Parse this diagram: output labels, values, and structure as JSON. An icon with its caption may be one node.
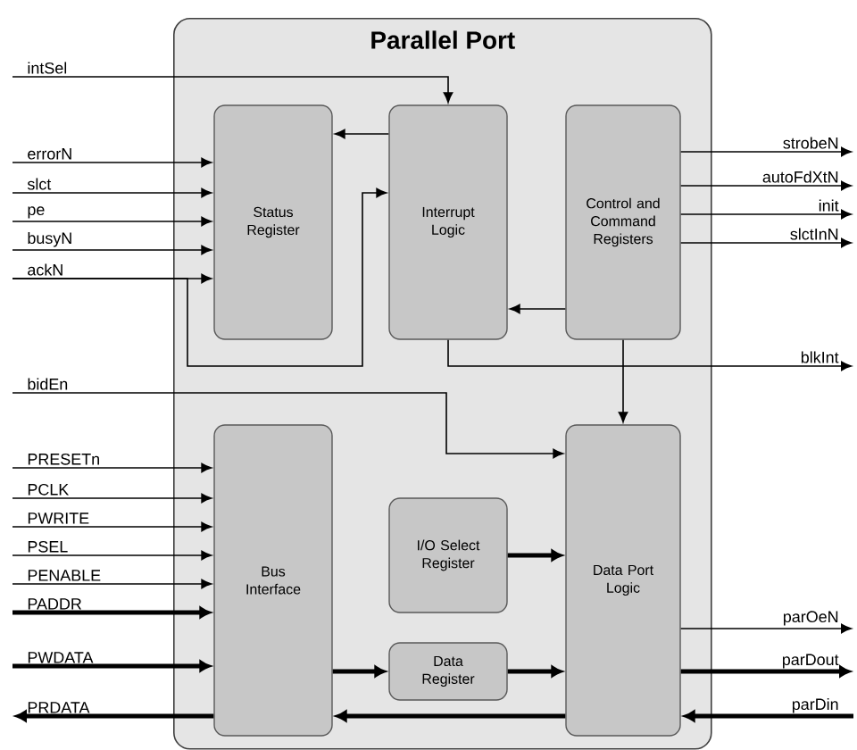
{
  "diagram": {
    "nodes": [
      {
        "text": [
          "Parallel Port"
        ]
      },
      {
        "text": [
          "Status Register"
        ],
        "in": 0
      },
      {
        "text": [
          "Interrupt Logic"
        ],
        "in": 0
      },
      {
        "text": [
          "Control and Command Registers"
        ],
        "in": 0
      },
      {
        "text": [
          "Bus Interface"
        ],
        "in": 0
      },
      {
        "text": [
          "I/O Select Register"
        ],
        "in": 0
      },
      {
        "text": [
          "Data Register"
        ],
        "in": 0
      },
      {
        "text": [
          "Data Port Logic"
        ],
        "in": 0
      },
      {
        "text": [
          "intSel"
        ]
      },
      {
        "text": [
          "errorN"
        ]
      },
      {
        "text": [
          "slct"
        ]
      },
      {
        "text": [
          "pe"
        ]
      },
      {
        "text": [
          "busyN"
        ]
      },
      {
        "text": [
          "ackN"
        ]
      },
      {
        "text": [
          "strobeN"
        ]
      },
      {
        "text": [
          "autoFdXtN"
        ]
      },
      {
        "text": [
          "init"
        ]
      },
      {
        "text": [
          "slctInN"
        ]
      },
      {
        "text": [
          "blkInt"
        ]
      },
      {
        "text": [
          "bidEn"
        ]
      },
      {
        "text": [
          "PRESETn"
        ]
      },
      {
        "text": [
          "PCLK"
        ]
      },
      {
        "text": [
          "PWRITE"
        ]
      },
      {
        "text": [
          "PSEL"
        ]
      },
      {
        "text": [
          "PENABLE"
        ]
      },
      {
        "text": [
          "PADDR"
        ]
      },
      {
        "text": [
          "PWDATA"
        ]
      },
      {
        "text": [
          "PRDATA"
        ]
      },
      {
        "text": [
          "parOeN"
        ]
      },
      {
        "text": [
          "parDout"
        ]
      },
      {
        "text": [
          "parDin"
        ]
      }
    ],
    "edges": [
      {
        "from": 8,
        "to": 2,
        "arrow": "to"
      },
      {
        "from": 9,
        "to": 1,
        "arrow": "to"
      },
      {
        "from": 10,
        "to": 1,
        "arrow": "to"
      },
      {
        "from": 11,
        "to": 1,
        "arrow": "to"
      },
      {
        "from": 12,
        "to": 1,
        "arrow": "to"
      },
      {
        "from": 13,
        "to": 1,
        "arrow": "to"
      },
      {
        "from": 13,
        "to": 2,
        "arrow": "to"
      },
      {
        "from": 2,
        "to": 1,
        "arrow": "to"
      },
      {
        "from": 3,
        "to": 2,
        "arrow": "to"
      },
      {
        "from": 3,
        "to": 14,
        "arrow": "to"
      },
      {
        "from": 3,
        "to": 15,
        "arrow": "to"
      },
      {
        "from": 3,
        "to": 16,
        "arrow": "to"
      },
      {
        "from": 3,
        "to": 17,
        "arrow": "to"
      },
      {
        "from": 2,
        "to": 18,
        "arrow": "to"
      },
      {
        "from": 3,
        "to": 7,
        "arrow": "to"
      },
      {
        "from": 19,
        "to": 7,
        "arrow": "to"
      },
      {
        "from": 20,
        "to": 4,
        "arrow": "to"
      },
      {
        "from": 21,
        "to": 4,
        "arrow": "to"
      },
      {
        "from": 22,
        "to": 4,
        "arrow": "to"
      },
      {
        "from": 23,
        "to": 4,
        "arrow": "to"
      },
      {
        "from": 24,
        "to": 4,
        "arrow": "to"
      },
      {
        "from": 25,
        "to": 4,
        "arrow": "to",
        "style": "thick"
      },
      {
        "from": 26,
        "to": 4,
        "arrow": "to",
        "style": "thick"
      },
      {
        "from": 4,
        "to": 27,
        "arrow": "to",
        "style": "thick"
      },
      {
        "from": 4,
        "to": 6,
        "arrow": "to",
        "style": "thick"
      },
      {
        "from": 7,
        "to": 4,
        "arrow": "to",
        "style": "thick"
      },
      {
        "from": 5,
        "to": 7,
        "arrow": "to",
        "style": "thick"
      },
      {
        "from": 6,
        "to": 7,
        "arrow": "to",
        "style": "thick"
      },
      {
        "from": 7,
        "to": 28,
        "arrow": "to"
      },
      {
        "from": 7,
        "to": 29,
        "arrow": "to",
        "style": "thick"
      },
      {
        "from": 30,
        "to": 7,
        "arrow": "to",
        "style": "thick"
      }
    ]
  }
}
